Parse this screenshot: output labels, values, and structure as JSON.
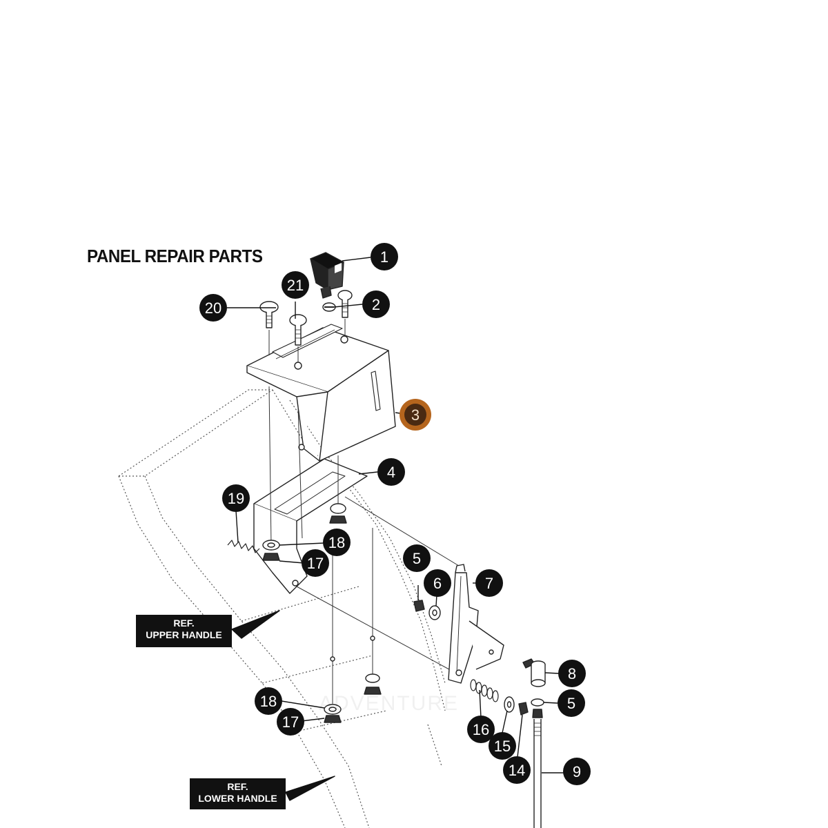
{
  "title": "PANEL REPAIR PARTS",
  "ref_upper": {
    "line1": "REF.",
    "line2": "UPPER HANDLE"
  },
  "ref_lower": {
    "line1": "REF.",
    "line2": "LOWER HANDLE"
  },
  "watermark": "ADVENTURE",
  "highlight_color": "#b5651d",
  "callouts": [
    {
      "id": "c1",
      "label": "1",
      "highlighted": false
    },
    {
      "id": "c2",
      "label": "2",
      "highlighted": false
    },
    {
      "id": "c3",
      "label": "3",
      "highlighted": true
    },
    {
      "id": "c4",
      "label": "4",
      "highlighted": false
    },
    {
      "id": "c5a",
      "label": "5",
      "highlighted": false
    },
    {
      "id": "c5b",
      "label": "5",
      "highlighted": false
    },
    {
      "id": "c6",
      "label": "6",
      "highlighted": false
    },
    {
      "id": "c7",
      "label": "7",
      "highlighted": false
    },
    {
      "id": "c8",
      "label": "8",
      "highlighted": false
    },
    {
      "id": "c9",
      "label": "9",
      "highlighted": false
    },
    {
      "id": "c14",
      "label": "14",
      "highlighted": false
    },
    {
      "id": "c15",
      "label": "15",
      "highlighted": false
    },
    {
      "id": "c16",
      "label": "16",
      "highlighted": false
    },
    {
      "id": "c17a",
      "label": "17",
      "highlighted": false
    },
    {
      "id": "c17b",
      "label": "17",
      "highlighted": false
    },
    {
      "id": "c18a",
      "label": "18",
      "highlighted": false
    },
    {
      "id": "c18b",
      "label": "18",
      "highlighted": false
    },
    {
      "id": "c19",
      "label": "19",
      "highlighted": false
    },
    {
      "id": "c20",
      "label": "20",
      "highlighted": false
    },
    {
      "id": "c21",
      "label": "21",
      "highlighted": false
    }
  ]
}
